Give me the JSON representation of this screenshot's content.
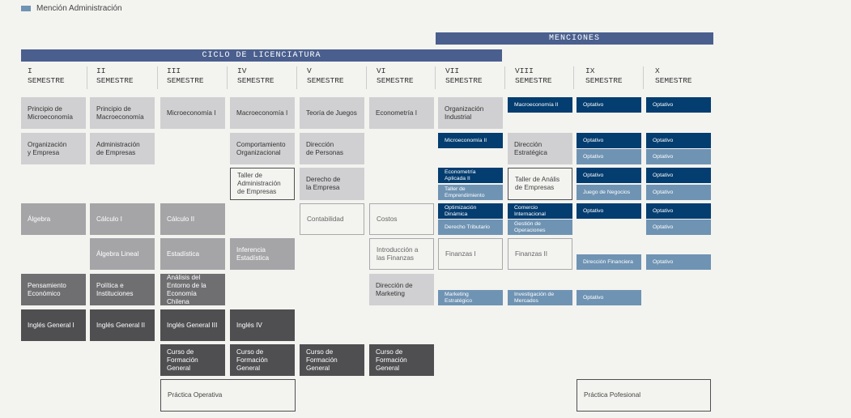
{
  "legend": {
    "label": "Mención Administración",
    "color": "#6f93b3"
  },
  "banners": {
    "menciones": "MENCIONES",
    "ciclo": "CICLO DE LICENCIATURA"
  },
  "columns": [
    {
      "num": "I",
      "label": "SEMESTRE"
    },
    {
      "num": "II",
      "label": "SEMESTRE"
    },
    {
      "num": "III",
      "label": "SEMESTRE"
    },
    {
      "num": "IV",
      "label": "SEMESTRE"
    },
    {
      "num": "V",
      "label": "SEMESTRE"
    },
    {
      "num": "VI",
      "label": "SEMESTRE"
    },
    {
      "num": "VII",
      "label": "SEMESTRE"
    },
    {
      "num": "VIII",
      "label": "SEMESTRE"
    },
    {
      "num": "IX",
      "label": "SEMESTRE"
    },
    {
      "num": "X",
      "label": "SEMESTRE"
    }
  ],
  "courses": [
    {
      "col": 1,
      "text": "Principio de\nMicroeconomía"
    },
    {
      "col": 1,
      "text": "Organización\ny Empresa"
    },
    {
      "col": 1,
      "text": "Álgebra"
    },
    {
      "col": 1,
      "text": "Pensamiento\nEconómico"
    },
    {
      "col": 1,
      "text": "Inglés General I"
    },
    {
      "col": 2,
      "text": "Principio de\nMacroeconomía"
    },
    {
      "col": 2,
      "text": "Administración\nde Empresas"
    },
    {
      "col": 2,
      "text": "Cálculo I"
    },
    {
      "col": 2,
      "text": "Álgebra Lineal"
    },
    {
      "col": 2,
      "text": "Política e\nInstituciones"
    },
    {
      "col": 2,
      "text": "Inglés General II"
    },
    {
      "col": 3,
      "text": "Microeconomía I"
    },
    {
      "col": 3,
      "text": "Cálculo II"
    },
    {
      "col": 3,
      "text": "Estadística"
    },
    {
      "col": 3,
      "text": "Análisis del\nEntorno de la\nEconomía Chilena"
    },
    {
      "col": 3,
      "text": "Inglés General III"
    },
    {
      "col": 3,
      "text": "Curso de\nFormación General"
    },
    {
      "col": 3,
      "text": "Práctica Operativa"
    },
    {
      "col": 4,
      "text": "Macroeconomía I"
    },
    {
      "col": 4,
      "text": "Comportamiento\nOrganizacional"
    },
    {
      "col": 4,
      "text": "Taller de\nAdministración\nde Empresas"
    },
    {
      "col": 4,
      "text": "Inferencia\nEstadística"
    },
    {
      "col": 4,
      "text": "Inglés IV"
    },
    {
      "col": 4,
      "text": "Curso de\nFormación General"
    },
    {
      "col": 5,
      "text": "Teoría de Juegos"
    },
    {
      "col": 5,
      "text": "Dirección\nde Personas"
    },
    {
      "col": 5,
      "text": "Derecho de\nla Empresa"
    },
    {
      "col": 5,
      "text": "Contabilidad"
    },
    {
      "col": 5,
      "text": "Curso de\nFormación General"
    },
    {
      "col": 6,
      "text": "Econometría I"
    },
    {
      "col": 6,
      "text": "Costos"
    },
    {
      "col": 6,
      "text": "Introducción a\nlas Finanzas"
    },
    {
      "col": 6,
      "text": "Dirección de\nMarketing"
    },
    {
      "col": 6,
      "text": "Curso de\nFormación General"
    },
    {
      "col": 7,
      "text": "Organización\nIndustrial"
    },
    {
      "col": 7,
      "text": "Microeconomía II"
    },
    {
      "col": 7,
      "text": "Econometría Aplicada II"
    },
    {
      "col": 7,
      "text": "Taller de\nEmprendimiento"
    },
    {
      "col": 7,
      "text": "Optimización\nDinámica"
    },
    {
      "col": 7,
      "text": "Derecho Tributario"
    },
    {
      "col": 7,
      "text": "Finanzas I"
    },
    {
      "col": 7,
      "text": "Marketing Estratégico"
    },
    {
      "col": 8,
      "text": "Macroeconomía II"
    },
    {
      "col": 8,
      "text": "Dirección\nEstratégica"
    },
    {
      "col": 8,
      "text": "Taller de Anális\nde Empresas"
    },
    {
      "col": 8,
      "text": "Comercio\nInternacional"
    },
    {
      "col": 8,
      "text": "Gestión de\nOperaciones"
    },
    {
      "col": 8,
      "text": "Finanzas II"
    },
    {
      "col": 8,
      "text": "Investigación de\nMercados"
    },
    {
      "col": 9,
      "text": "Optativo"
    },
    {
      "col": 9,
      "text": "Optativo"
    },
    {
      "col": 9,
      "text": "Optativo"
    },
    {
      "col": 9,
      "text": "Optativo"
    },
    {
      "col": 9,
      "text": "Juego de Negocios"
    },
    {
      "col": 9,
      "text": "Optativo"
    },
    {
      "col": 9,
      "text": "Dirección Financiera"
    },
    {
      "col": 9,
      "text": "Optativo"
    },
    {
      "col": 9,
      "text": "Práctica Pofesional"
    },
    {
      "col": 10,
      "text": "Optativo"
    },
    {
      "col": 10,
      "text": "Optativo"
    },
    {
      "col": 10,
      "text": "Optativo"
    },
    {
      "col": 10,
      "text": "Optativo"
    },
    {
      "col": 10,
      "text": "Optativo"
    },
    {
      "col": 10,
      "text": "Optativo"
    },
    {
      "col": 10,
      "text": "Optativo"
    },
    {
      "col": 10,
      "text": "Optativo"
    }
  ]
}
